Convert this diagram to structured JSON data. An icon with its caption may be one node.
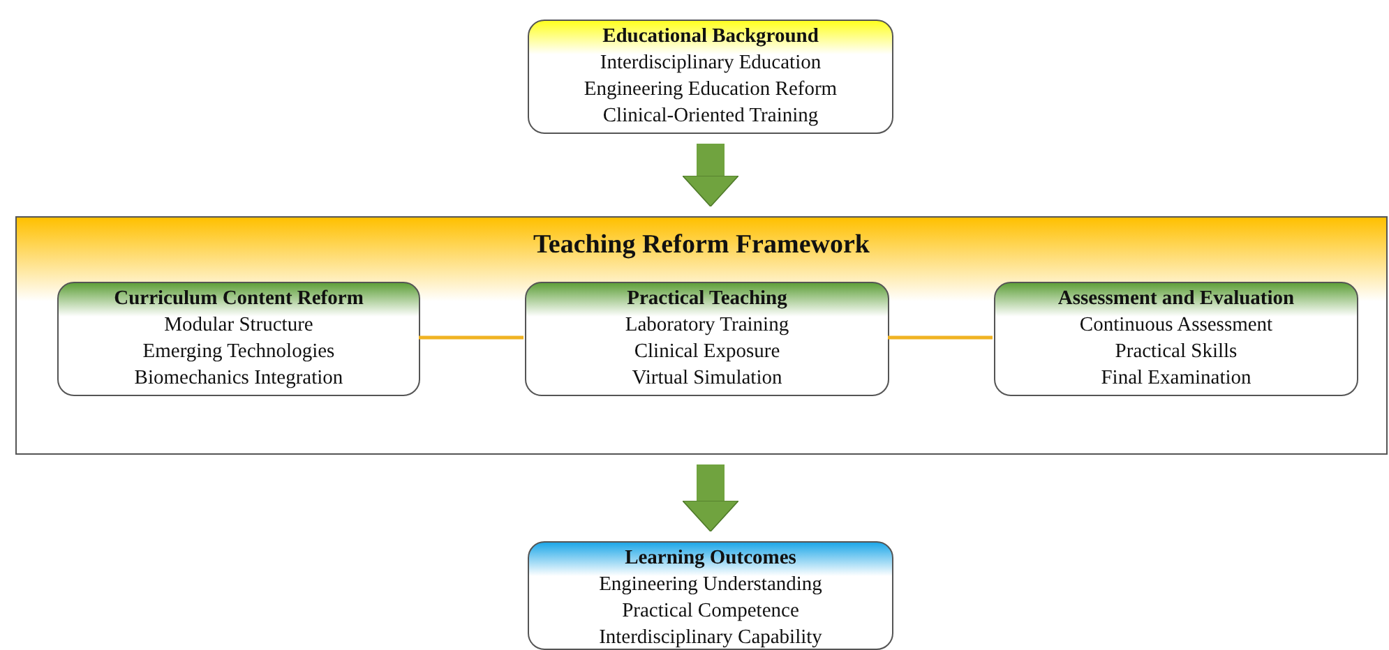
{
  "diagram": {
    "nodes": [
      {
        "text": [
          "Educational Background",
          "Interdisciplinary Education",
          "Engineering Education Reform",
          "Clinical-Oriented Training"
        ]
      },
      {
        "text": [
          "Teaching Reform Framework"
        ]
      },
      {
        "text": [
          "Curriculum Content Reform",
          "Modular Structure",
          "Emerging Technologies",
          "Biomechanics Integration"
        ],
        "in": 1
      },
      {
        "text": [
          "Practical Teaching",
          "Laboratory Training",
          "Clinical Exposure",
          "Virtual Simulation"
        ],
        "in": 1
      },
      {
        "text": [
          "Assessment and Evaluation",
          "Continuous Assessment",
          "Practical Skills",
          "Final Examination"
        ],
        "in": 1
      },
      {
        "text": [
          "Learning Outcomes",
          "Engineering Understanding",
          "Practical Competence",
          "Interdisciplinary Capability"
        ]
      }
    ],
    "edges": [
      {
        "from": 0,
        "to": 1,
        "arrow": "to",
        "style": "thick",
        "color": "#70a33f"
      },
      {
        "from": 2,
        "to": 3,
        "arrow": "none",
        "color": "#f0b323"
      },
      {
        "from": 3,
        "to": 4,
        "arrow": "none",
        "color": "#f0b323"
      },
      {
        "from": 1,
        "to": 5,
        "arrow": "to",
        "style": "thick",
        "color": "#70a33f"
      }
    ]
  }
}
